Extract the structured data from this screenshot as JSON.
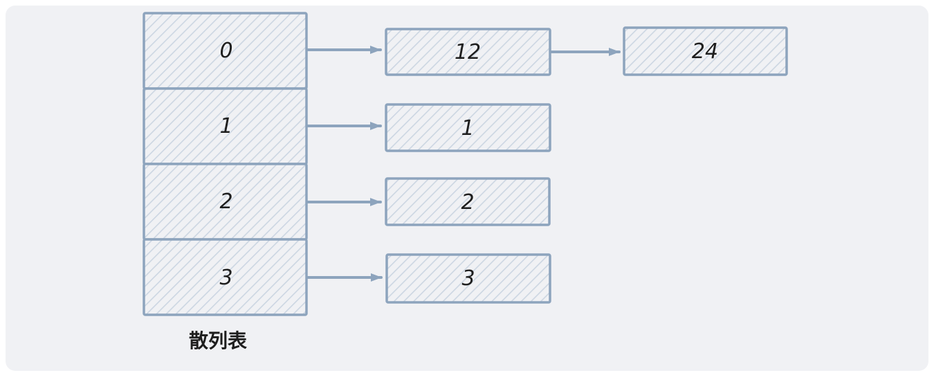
{
  "diagram": {
    "label": "散列表",
    "rows": [
      {
        "bucket": "0",
        "chain": [
          "12",
          "24"
        ]
      },
      {
        "bucket": "1",
        "chain": [
          "1"
        ]
      },
      {
        "bucket": "2",
        "chain": [
          "2"
        ]
      },
      {
        "bucket": "3",
        "chain": [
          "3"
        ]
      }
    ],
    "colors": {
      "panel_background": "#f0f1f4",
      "shape_stroke": "#8da4bd",
      "hatch_lines": "#ccd6e2",
      "text": "#1e1e1e"
    }
  }
}
